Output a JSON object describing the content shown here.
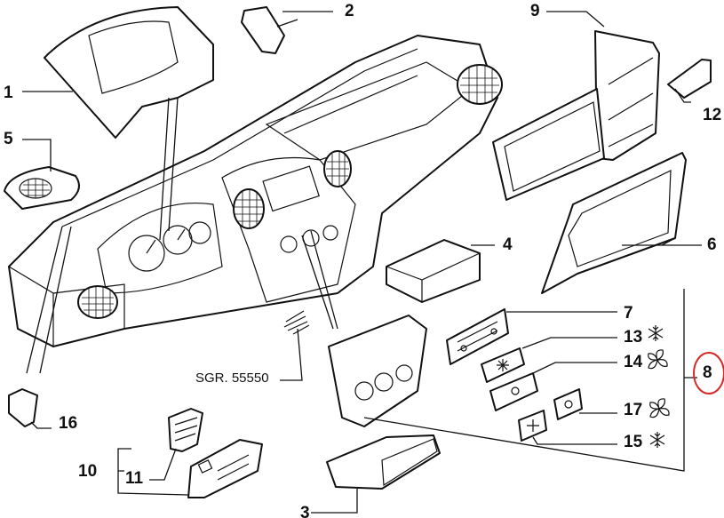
{
  "diagram": {
    "type": "exploded-parts-diagram",
    "subject": "Dashboard / instrument panel assembly",
    "reference_code": "SGR. 55550",
    "highlight_color": "#d42a2a",
    "highlighted_callout": "8",
    "callouts": [
      {
        "id": "1",
        "label": "1",
        "part": "instrument cluster hood"
      },
      {
        "id": "2",
        "label": "2",
        "part": "small cover clip"
      },
      {
        "id": "3",
        "label": "3",
        "part": "storage tray"
      },
      {
        "id": "4",
        "label": "4",
        "part": "radio pocket / storage box"
      },
      {
        "id": "5",
        "label": "5",
        "part": "speaker grille"
      },
      {
        "id": "6",
        "label": "6",
        "part": "glovebox outer frame"
      },
      {
        "id": "7",
        "label": "7",
        "part": "control panel plate"
      },
      {
        "id": "8",
        "label": "8",
        "part": "heater control group"
      },
      {
        "id": "9",
        "label": "9",
        "part": "glovebox"
      },
      {
        "id": "10",
        "label": "10",
        "part": "switch panel assembly"
      },
      {
        "id": "11",
        "label": "11",
        "part": "switch block"
      },
      {
        "id": "12",
        "label": "12",
        "part": "small bracket"
      },
      {
        "id": "13",
        "label": "13",
        "part": "A/C knob",
        "symbol": "snowflake-icon"
      },
      {
        "id": "14",
        "label": "14",
        "part": "fan knob",
        "symbol": "fan-icon"
      },
      {
        "id": "15",
        "label": "15",
        "part": "A/C button",
        "symbol": "snowflake-icon"
      },
      {
        "id": "16",
        "label": "16",
        "part": "clip"
      },
      {
        "id": "17",
        "label": "17",
        "part": "fan button",
        "symbol": "fan-icon"
      }
    ]
  }
}
